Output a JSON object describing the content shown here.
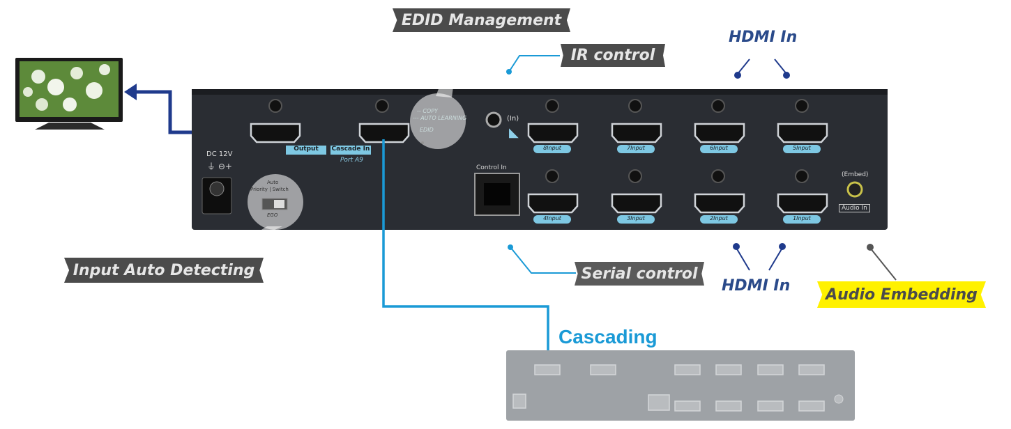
{
  "labels": {
    "edid": "EDID Management",
    "ir": "IR control",
    "hdmi_in_top": "HDMI In",
    "hdmi_in_bottom": "HDMI In",
    "serial": "Serial control",
    "audio_embed": "Audio Embedding",
    "input_auto": "Input Auto Detecting",
    "cascading": "Cascading"
  },
  "panel": {
    "dc": "DC 12V",
    "output": "Output",
    "cascade_in": "Cascade In",
    "port_a9": "Port A9",
    "copy": "-- COPY",
    "auto_learning": "--- AUTO LEARNING",
    "edid_btn": "EDID",
    "ir_in": "(In)",
    "control_in": "Control In",
    "embed": "(Embed)",
    "audio_in": "Audio In",
    "auto": "Auto",
    "priority_switch": "Priority | Switch",
    "ego": "EGO",
    "inputs_top": [
      "8Input",
      "7Input",
      "6Input",
      "5Input"
    ],
    "inputs_bottom": [
      "4Input",
      "3Input",
      "2Input",
      "1Input"
    ]
  },
  "colors": {
    "navy": "#1f3a8c",
    "cyan": "#1a9ad6",
    "banner": "#4b4b4b",
    "yellow": "#fff100",
    "panel": "#2a2d33"
  }
}
